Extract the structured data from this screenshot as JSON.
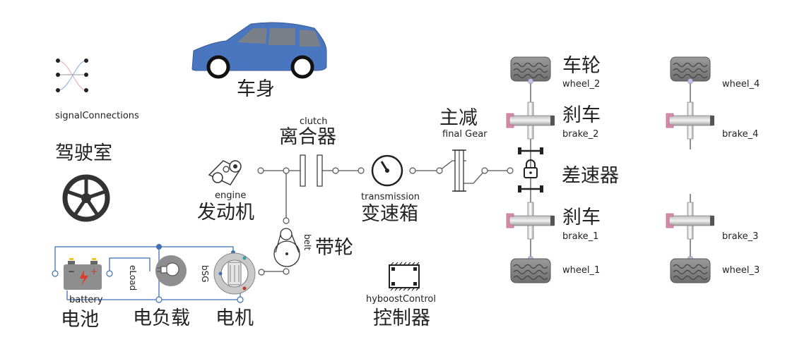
{
  "colors": {
    "car_body": "#4a76bf",
    "wire": "#555555",
    "electric_wire": "#3f6fb5",
    "brake_pad": "#d98aa8",
    "tire": "#8a8a8a",
    "battery_plus": "#c0392b"
  },
  "blocks": {
    "car_body": {
      "label_cn": "车身",
      "icon": "car-icon"
    },
    "signal_connections": {
      "label_en": "signalConnections",
      "icon": "signal-connections-icon"
    },
    "cockpit": {
      "label_cn": "驾驶室",
      "icon": "steering-wheel-icon"
    },
    "engine": {
      "label_en": "engine",
      "label_cn": "发动机",
      "icon": "engine-icon"
    },
    "clutch": {
      "label_en": "clutch",
      "label_cn": "离合器",
      "icon": "clutch-icon"
    },
    "transmission": {
      "label_en": "transmission",
      "label_cn": "变速箱",
      "icon": "gauge-icon"
    },
    "final_gear": {
      "label_en": "final Gear",
      "label_cn": "主减",
      "icon": "final-gear-icon"
    },
    "belt": {
      "label_en": "belt",
      "label_cn": "带轮",
      "icon": "belt-pulley-icon"
    },
    "differential": {
      "label_cn": "差速器",
      "icon": "lock-differential-icon"
    },
    "battery": {
      "label_en": "battery",
      "label_cn": "电池",
      "icon": "battery-icon"
    },
    "eload": {
      "label_en": "eLoad",
      "label_cn": "电负载",
      "icon": "light-bulb-icon"
    },
    "bsg": {
      "label_en": "bSG",
      "label_cn": "电机",
      "icon": "motor-icon"
    },
    "controller": {
      "label_en": "hyboostControl",
      "label_cn": "控制器",
      "icon": "chip-icon"
    },
    "wheel_front": {
      "label_cn": "车轮"
    },
    "brake_front": {
      "label_cn": "刹车"
    },
    "brake_rear": {
      "label_cn": "刹车"
    },
    "wheel_1": {
      "label_en": "wheel_1",
      "icon": "tire-icon"
    },
    "wheel_2": {
      "label_en": "wheel_2",
      "icon": "tire-icon"
    },
    "wheel_3": {
      "label_en": "wheel_3",
      "icon": "tire-icon"
    },
    "wheel_4": {
      "label_en": "wheel_4",
      "icon": "tire-icon"
    },
    "brake_1": {
      "label_en": "brake_1",
      "icon": "brake-icon"
    },
    "brake_2": {
      "label_en": "brake_2",
      "icon": "brake-icon"
    },
    "brake_3": {
      "label_en": "brake_3",
      "icon": "brake-icon"
    },
    "brake_4": {
      "label_en": "brake_4",
      "icon": "brake-icon"
    }
  }
}
